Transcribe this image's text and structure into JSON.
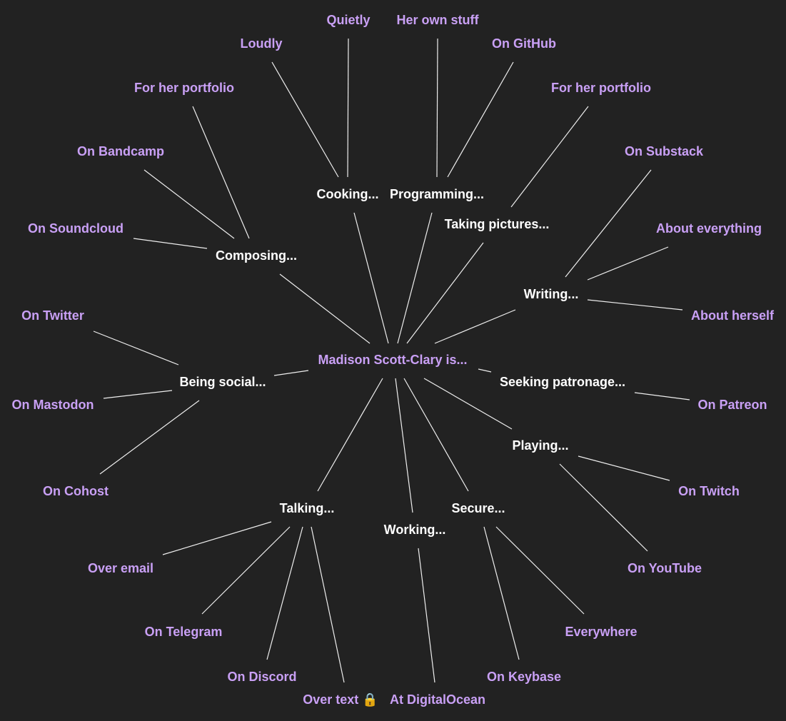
{
  "root": {
    "id": "root",
    "label": "Madison Scott-Clary is..."
  },
  "branches": [
    {
      "id": "composing",
      "label": "Composing...",
      "children": [
        {
          "id": "composing-portfolio",
          "label": "For her portfolio"
        },
        {
          "id": "composing-bandcamp",
          "label": "On Bandcamp"
        },
        {
          "id": "composing-soundcloud",
          "label": "On Soundcloud"
        }
      ]
    },
    {
      "id": "cooking",
      "label": "Cooking...",
      "children": [
        {
          "id": "cooking-loudly",
          "label": "Loudly"
        },
        {
          "id": "cooking-quietly",
          "label": "Quietly"
        }
      ]
    },
    {
      "id": "programming",
      "label": "Programming...",
      "children": [
        {
          "id": "programming-own",
          "label": "Her own stuff"
        },
        {
          "id": "programming-github",
          "label": "On GitHub"
        }
      ]
    },
    {
      "id": "pictures",
      "label": "Taking pictures...",
      "children": [
        {
          "id": "pictures-portfolio",
          "label": "For her portfolio"
        }
      ]
    },
    {
      "id": "writing",
      "label": "Writing...",
      "children": [
        {
          "id": "writing-substack",
          "label": "On Substack"
        },
        {
          "id": "writing-everything",
          "label": "About everything"
        },
        {
          "id": "writing-herself",
          "label": "About herself"
        }
      ]
    },
    {
      "id": "social",
      "label": "Being social...",
      "children": [
        {
          "id": "social-twitter",
          "label": "On Twitter"
        },
        {
          "id": "social-mastodon",
          "label": "On Mastodon"
        },
        {
          "id": "social-cohost",
          "label": "On Cohost"
        }
      ]
    },
    {
      "id": "patronage",
      "label": "Seeking patronage...",
      "children": [
        {
          "id": "patronage-patreon",
          "label": "On Patreon"
        }
      ]
    },
    {
      "id": "playing",
      "label": "Playing...",
      "children": [
        {
          "id": "playing-twitch",
          "label": "On Twitch"
        },
        {
          "id": "playing-youtube",
          "label": "On YouTube"
        }
      ]
    },
    {
      "id": "talking",
      "label": "Talking...",
      "children": [
        {
          "id": "talking-email",
          "label": "Over email"
        },
        {
          "id": "talking-telegram",
          "label": "On Telegram"
        },
        {
          "id": "talking-discord",
          "label": "On Discord"
        },
        {
          "id": "talking-text",
          "label": "Over text 🔒"
        }
      ]
    },
    {
      "id": "working",
      "label": "Working...",
      "children": [
        {
          "id": "working-digitalocean",
          "label": "At DigitalOcean"
        }
      ]
    },
    {
      "id": "secure",
      "label": "Secure...",
      "children": [
        {
          "id": "secure-everywhere",
          "label": "Everywhere"
        },
        {
          "id": "secure-keybase",
          "label": "On Keybase"
        }
      ]
    }
  ]
}
